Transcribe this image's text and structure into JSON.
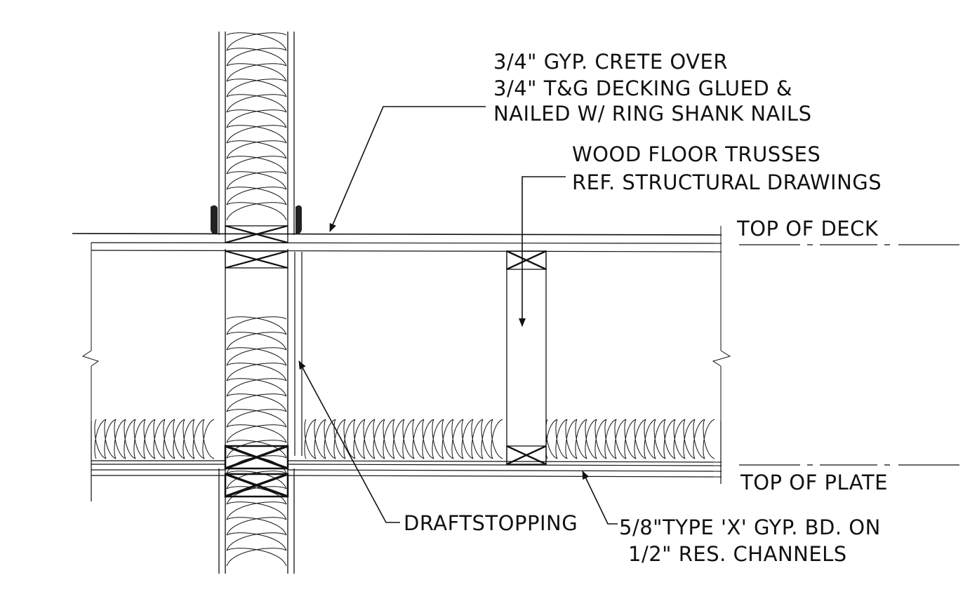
{
  "notes": {
    "deck_line1": "3/4\" GYP. CRETE OVER",
    "deck_line2": "3/4\" T&G DECKING GLUED &",
    "deck_line3": "NAILED W/ RING SHANK NAILS",
    "truss_line1": "WOOD FLOOR TRUSSES",
    "truss_line2": "REF. STRUCTURAL DRAWINGS",
    "draftstopping": "DRAFTSTOPPING",
    "gyp_line1": "5/8\"TYPE 'X'  GYP. BD. ON",
    "gyp_line2": "1/2\" RES. CHANNELS"
  },
  "levels": {
    "top_of_deck": "TOP OF DECK",
    "top_of_plate": "TOP OF PLATE"
  }
}
